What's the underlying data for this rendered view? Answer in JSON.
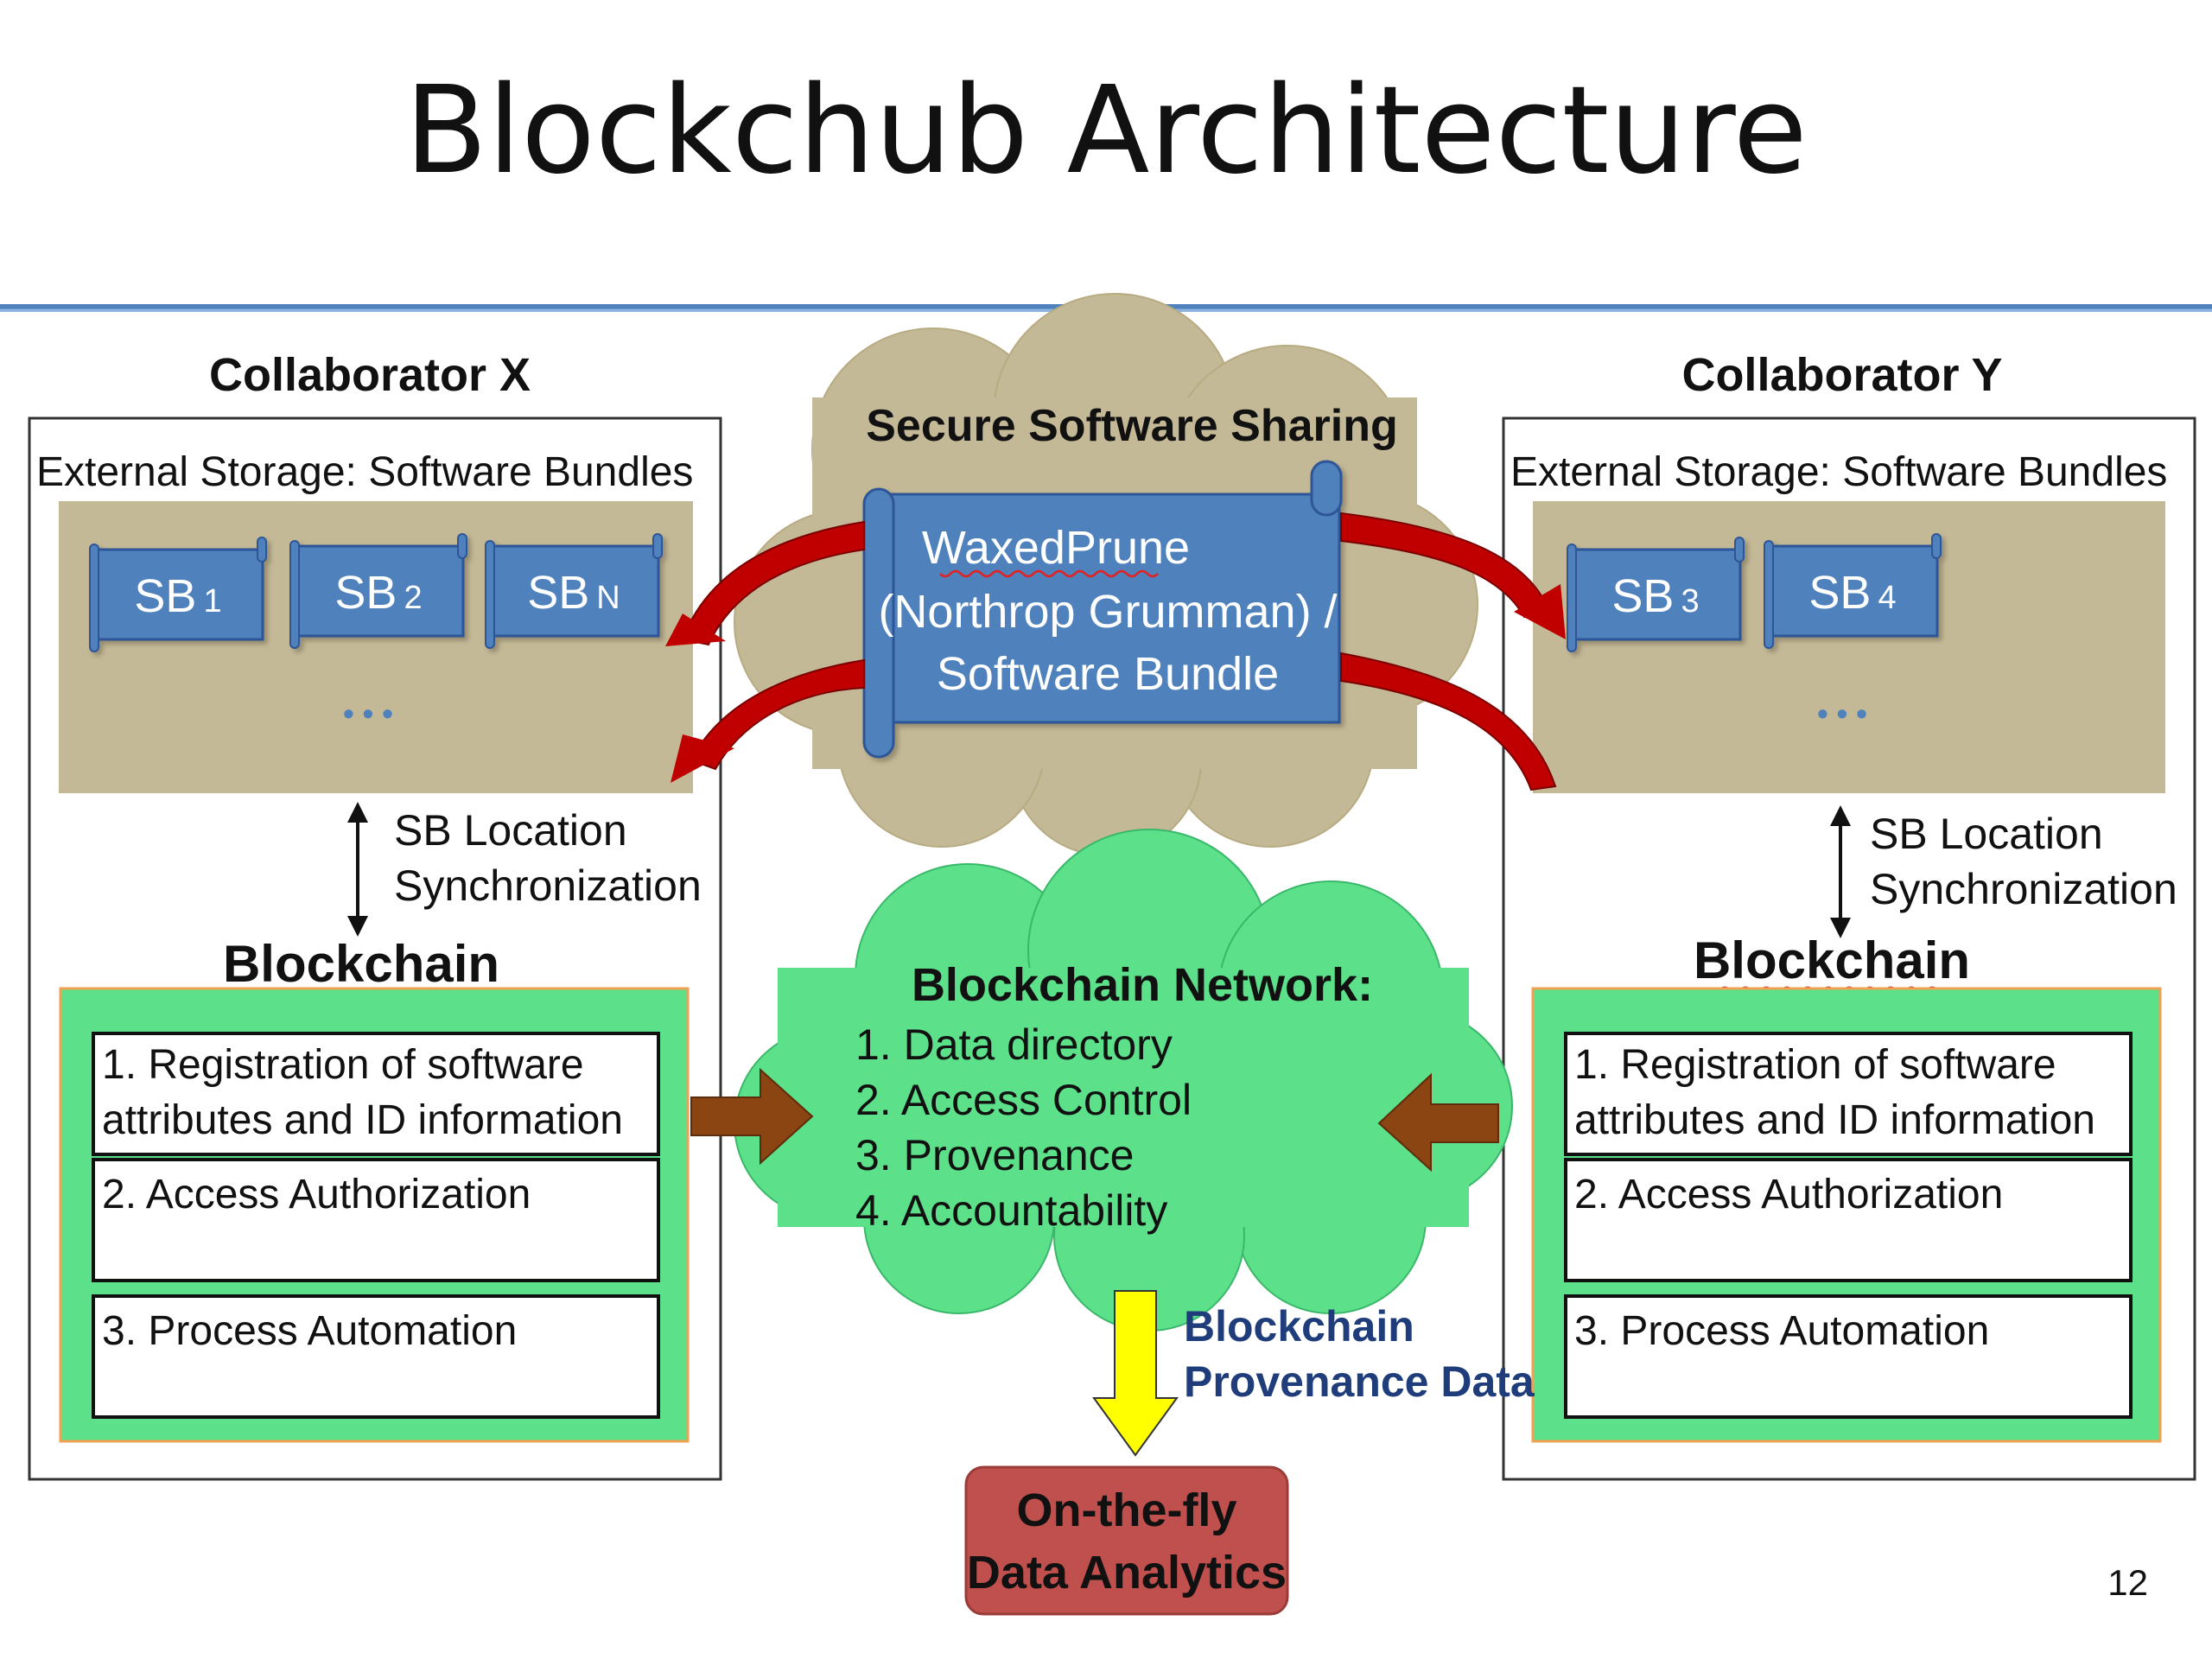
{
  "slide": {
    "title": "Blockchub Architecture",
    "page_number": "12"
  },
  "colors": {
    "title_rule": "#4f81bd",
    "storage_bg": "#c4b996",
    "bundle_fill": "#4f81bd",
    "cloud_tan": "#c4b996",
    "cloud_green": "#5ce08a",
    "blockchain_panel": "#5ce08a",
    "panel_border": "#f0a050",
    "curved_arrow": "#c00000",
    "brown_arrow": "#8b4513",
    "yellow_arrow": "#ffff00",
    "analytics_fill": "#c0504d",
    "provenance_text": "#1f3d7a"
  },
  "collaborator_x": {
    "title": "Collaborator X",
    "storage_label": "External Storage: Software Bundles",
    "bundles": [
      {
        "name": "SB",
        "sub": "1"
      },
      {
        "name": "SB",
        "sub": "2"
      },
      {
        "name": "SB",
        "sub": "N"
      }
    ],
    "ellipsis": "• • •",
    "sync_line1": "SB Location",
    "sync_line2": "Synchronization",
    "blockchain_label": "Blockchain",
    "steps": [
      {
        "line1": "1. Registration of software",
        "line2": "attributes and ID information"
      },
      {
        "line1": "2. Access Authorization",
        "line2": ""
      },
      {
        "line1": "3. Process Automation",
        "line2": ""
      }
    ]
  },
  "collaborator_y": {
    "title": "Collaborator Y",
    "storage_label": "External Storage: Software Bundles",
    "bundles": [
      {
        "name": "SB",
        "sub": "3"
      },
      {
        "name": "SB",
        "sub": "4"
      }
    ],
    "ellipsis": "• • •",
    "sync_line1": "SB Location",
    "sync_line2": "Synchronization",
    "blockchain_label": "Blockchain",
    "steps": [
      {
        "line1": "1. Registration of software",
        "line2": "attributes and ID information"
      },
      {
        "line1": "2. Access Authorization",
        "line2": ""
      },
      {
        "line1": "3. Process Automation",
        "line2": ""
      }
    ]
  },
  "sharing_cloud": {
    "title": "Secure Software Sharing",
    "scroll_line1": "WaxedPrune",
    "scroll_line2": "(Northrop Grumman) /",
    "scroll_line3": "Software Bundle"
  },
  "network_cloud": {
    "title": "Blockchain Network:",
    "items": [
      "1. Data directory",
      "2. Access Control",
      "3. Provenance",
      "4. Accountability"
    ]
  },
  "provenance": {
    "line1": "Blockchain",
    "line2": "Provenance Data"
  },
  "analytics": {
    "line1": "On-the-fly",
    "line2": "Data Analytics"
  }
}
